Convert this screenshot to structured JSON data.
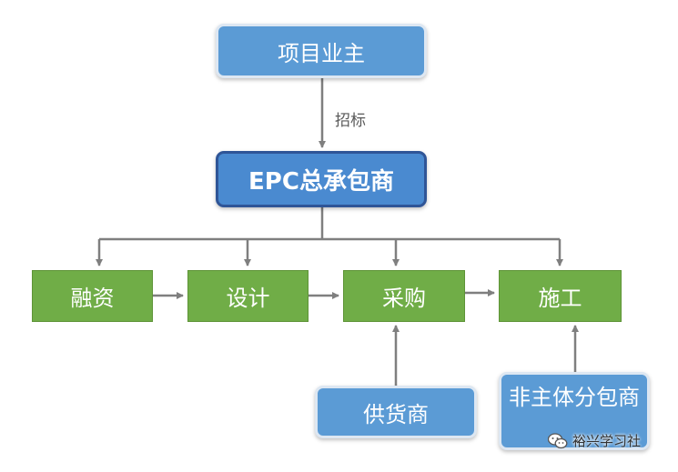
{
  "nodes": {
    "owner": "项目业主",
    "epc": "EPC总承包商",
    "finance": "融资",
    "design": "设计",
    "procurement": "采购",
    "construction": "施工",
    "supplier": "供货商",
    "subcontractor": "非主体分包商"
  },
  "edges": {
    "bidding_label": "招标"
  },
  "colors": {
    "blue_node": "#5b9bd5",
    "main_node": "#4a8ad0",
    "main_border": "#2f5597",
    "green_node": "#70ad47",
    "connector": "#7f7f7f"
  },
  "watermark": {
    "icon": "wechat-icon",
    "text": "裕兴学习社"
  }
}
